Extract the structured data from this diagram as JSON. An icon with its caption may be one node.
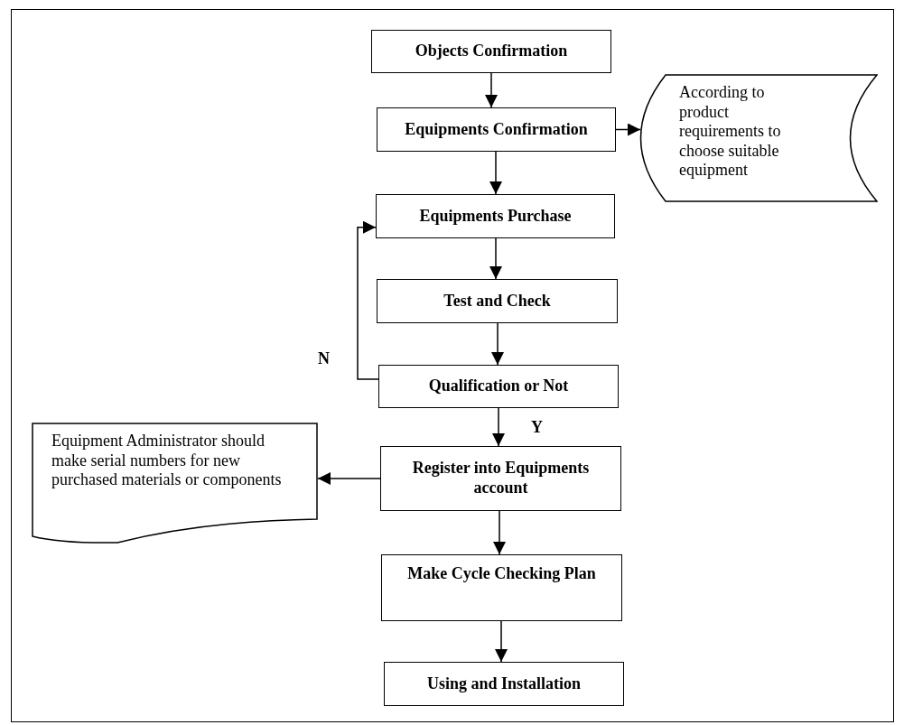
{
  "diagram": {
    "nodes": [
      {
        "text": [
          "Objects Confirmation"
        ]
      },
      {
        "text": [
          "Equipments Confirmation"
        ]
      },
      {
        "text": [
          "According to product requirements to choose suitable equipment"
        ]
      },
      {
        "text": [
          "Equipments Purchase"
        ]
      },
      {
        "text": [
          "Test and Check"
        ]
      },
      {
        "text": [
          "Qualification or Not"
        ]
      },
      {
        "text": [
          "Register into Equipments account"
        ]
      },
      {
        "text": [
          "Equipment Administrator should make serial numbers for new purchased materials or components"
        ]
      },
      {
        "text": [
          "Make Cycle Checking Plan"
        ]
      },
      {
        "text": [
          "Using and Installation"
        ]
      }
    ],
    "edges": [
      {
        "from": 0,
        "to": 1,
        "arrow": "to"
      },
      {
        "from": 1,
        "to": 2,
        "arrow": "to"
      },
      {
        "from": 1,
        "to": 3,
        "arrow": "to"
      },
      {
        "from": 3,
        "to": 4,
        "arrow": "to"
      },
      {
        "from": 4,
        "to": 5,
        "arrow": "to"
      },
      {
        "from": 5,
        "to": 3,
        "arrow": "to",
        "label": "N"
      },
      {
        "from": 5,
        "to": 6,
        "arrow": "to",
        "label": "Y"
      },
      {
        "from": 6,
        "to": 7,
        "arrow": "to"
      },
      {
        "from": 6,
        "to": 8,
        "arrow": "to"
      },
      {
        "from": 8,
        "to": 9,
        "arrow": "to"
      }
    ]
  }
}
